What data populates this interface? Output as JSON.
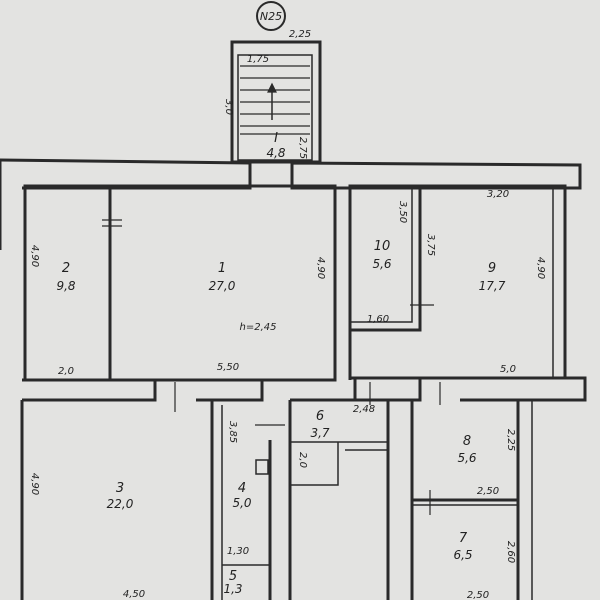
{
  "plan": {
    "stair_number": "N25",
    "rooms": [
      {
        "id": "1",
        "number": "1",
        "area": "27,0",
        "height": "h=2,45"
      },
      {
        "id": "2",
        "number": "2",
        "area": "9,8"
      },
      {
        "id": "3",
        "number": "3",
        "area": "22,0"
      },
      {
        "id": "4",
        "number": "4",
        "area": "5,0"
      },
      {
        "id": "5",
        "number": "5",
        "area": "1,3"
      },
      {
        "id": "6",
        "number": "6",
        "area": "3,7"
      },
      {
        "id": "7",
        "number": "7",
        "area": "6,5"
      },
      {
        "id": "8",
        "number": "8",
        "area": "5,6"
      },
      {
        "id": "9",
        "number": "9",
        "area": "17,7"
      },
      {
        "id": "10",
        "number": "10",
        "area": "5,6"
      },
      {
        "id": "stair",
        "number": "I",
        "area": "4,8"
      }
    ],
    "dimensions": {
      "stair_width_top": "2,25",
      "stair_inner": "1,75",
      "stair_height": "3,0",
      "stair_side": "2,75",
      "room2_height": "4,90",
      "room2_width": "2,0",
      "room1_width": "5,50",
      "room1_height": "4,90",
      "room10_height": "3,50",
      "room10_side": "3,75",
      "room10_width": "1,60",
      "room9_width": "3,20",
      "room9_height": "4,90",
      "right_width": "5,0",
      "room3_height": "4,90",
      "room3_width": "4,50",
      "room4_height": "3,85",
      "room5_width": "1,30",
      "room6_height": "2,0",
      "room6_width": "2,48",
      "room8_height": "2,25",
      "room8_width": "2,50",
      "room7_height": "2,60",
      "room7_width": "2,50"
    }
  }
}
